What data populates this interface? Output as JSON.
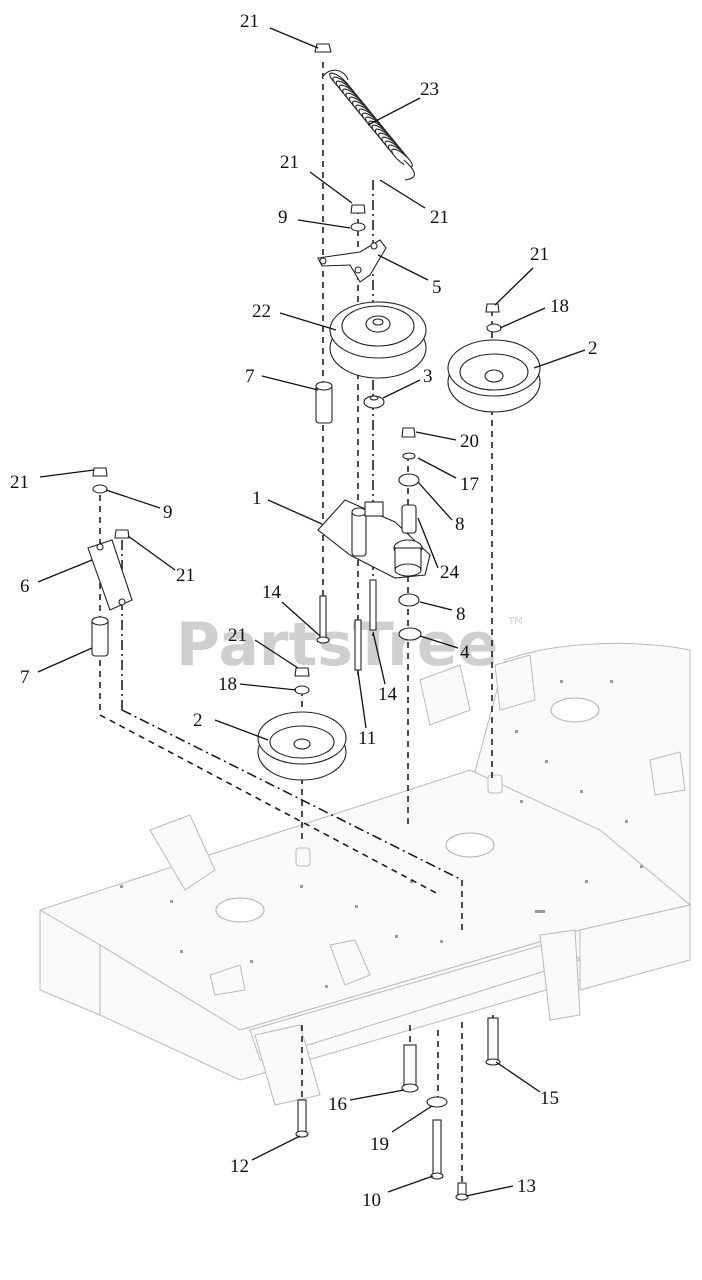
{
  "watermark": {
    "text": "PartsTree",
    "trademark": "TM"
  },
  "callouts": [
    {
      "id": "c-21a",
      "label": "21"
    },
    {
      "id": "c-23",
      "label": "23"
    },
    {
      "id": "c-21b",
      "label": "21"
    },
    {
      "id": "c-21c",
      "label": "21"
    },
    {
      "id": "c-9a",
      "label": "9"
    },
    {
      "id": "c-5",
      "label": "5"
    },
    {
      "id": "c-21d",
      "label": "21"
    },
    {
      "id": "c-18a",
      "label": "18"
    },
    {
      "id": "c-22",
      "label": "22"
    },
    {
      "id": "c-2a",
      "label": "2"
    },
    {
      "id": "c-7a",
      "label": "7"
    },
    {
      "id": "c-3",
      "label": "3"
    },
    {
      "id": "c-20",
      "label": "20"
    },
    {
      "id": "c-17",
      "label": "17"
    },
    {
      "id": "c-21e",
      "label": "21"
    },
    {
      "id": "c-9b",
      "label": "9"
    },
    {
      "id": "c-1",
      "label": "1"
    },
    {
      "id": "c-8a",
      "label": "8"
    },
    {
      "id": "c-6",
      "label": "6"
    },
    {
      "id": "c-21f",
      "label": "21"
    },
    {
      "id": "c-24",
      "label": "24"
    },
    {
      "id": "c-14a",
      "label": "14"
    },
    {
      "id": "c-8b",
      "label": "8"
    },
    {
      "id": "c-7b",
      "label": "7"
    },
    {
      "id": "c-4",
      "label": "4"
    },
    {
      "id": "c-21g",
      "label": "21"
    },
    {
      "id": "c-14b",
      "label": "14"
    },
    {
      "id": "c-18b",
      "label": "18"
    },
    {
      "id": "c-2b",
      "label": "2"
    },
    {
      "id": "c-11",
      "label": "11"
    },
    {
      "id": "c-16",
      "label": "16"
    },
    {
      "id": "c-15",
      "label": "15"
    },
    {
      "id": "c-19",
      "label": "19"
    },
    {
      "id": "c-12",
      "label": "12"
    },
    {
      "id": "c-10",
      "label": "10"
    },
    {
      "id": "c-13",
      "label": "13"
    }
  ]
}
